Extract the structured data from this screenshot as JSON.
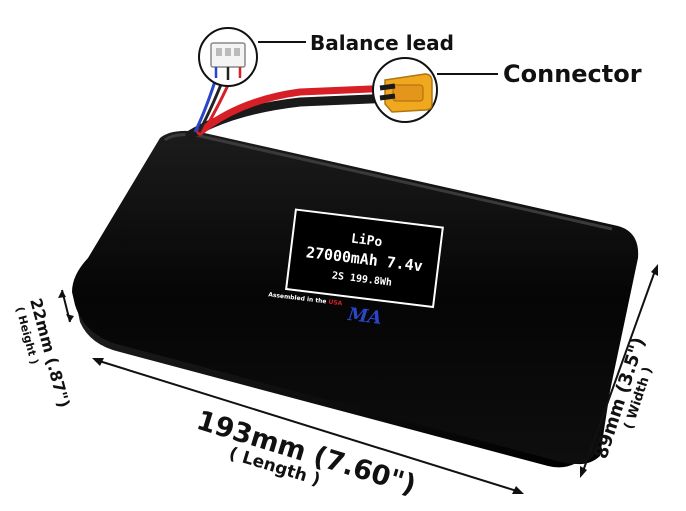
{
  "callouts": {
    "balance_lead": "Balance lead",
    "connector": "Connector"
  },
  "battery_label": {
    "chemistry": "LiPo",
    "capacity_voltage": "27000mAh 7.4v",
    "config_energy": "2S 199.8Wh",
    "origin_prefix": "Assembled in the ",
    "origin_country": "USA",
    "logo": "MA"
  },
  "dimensions": {
    "height": {
      "value": "22mm (.87\")",
      "label": "( Height )"
    },
    "length": {
      "value": "193mm (7.60\")",
      "label": "( Length )"
    },
    "width": {
      "value": "89mm (3.5\")",
      "label": "( Width )"
    }
  },
  "colors": {
    "battery_body": "#0a0a0a",
    "connector": "#f0a81e",
    "red_wire": "#d61f26",
    "black_wire": "#1a1a1a",
    "blue_wire": "#2a45c8"
  }
}
